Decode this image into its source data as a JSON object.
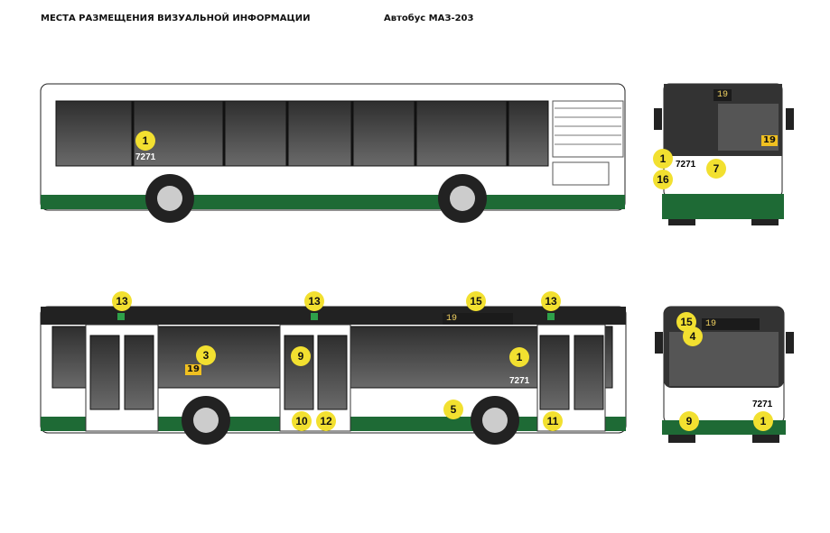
{
  "header": {
    "title": "МЕСТА РАЗМЕЩЕНИЯ ВИЗУАЛЬНОЙ ИНФОРМАЦИИ",
    "subtitle": "Автобус МАЗ-203"
  },
  "bus": {
    "fleet_number": "7271",
    "route": "19",
    "body_color": "#ffffff",
    "skirt_color": "#1e6a35",
    "window_color": "#4a4a4a",
    "marker_color": "#f2e030"
  },
  "markers": {
    "side_right": [
      "1"
    ],
    "rear": [
      "1",
      "16",
      "7"
    ],
    "side_left": [
      "13",
      "13",
      "13",
      "15",
      "3",
      "9",
      "1",
      "5",
      "10",
      "12",
      "11"
    ],
    "front": [
      "15",
      "4",
      "9",
      "1"
    ]
  }
}
